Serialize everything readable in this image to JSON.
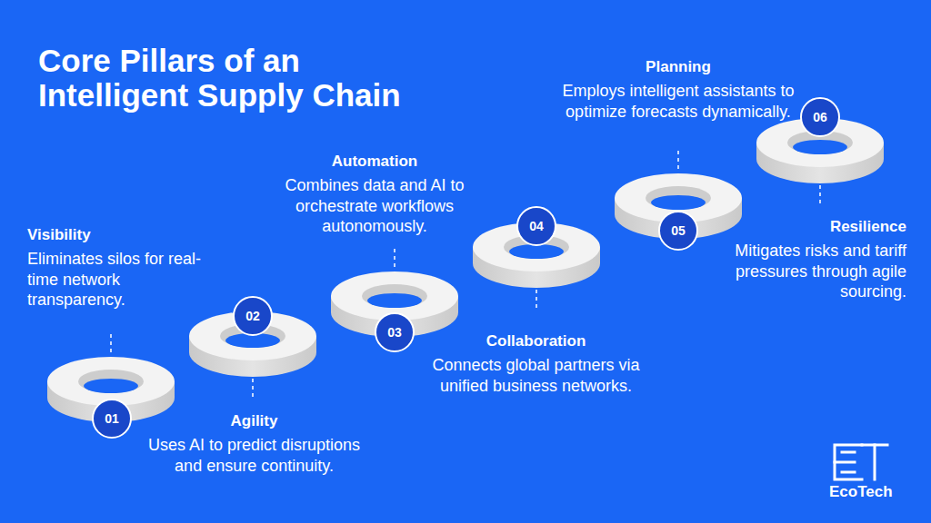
{
  "diagram": {
    "title": "Core Pillars of an Intelligent Supply Chain",
    "nodes": [
      {
        "text": [
          "01"
        ]
      },
      {
        "text": [
          "02"
        ]
      },
      {
        "text": [
          "03"
        ]
      },
      {
        "text": [
          "04"
        ]
      },
      {
        "text": [
          "05"
        ]
      },
      {
        "text": [
          "06"
        ]
      }
    ],
    "labels": [
      "Visibility",
      "Eliminates silos for real-time network transparency.",
      "Agility",
      "Uses AI to predict disruptions and ensure continuity.",
      "Automation",
      "Combines data and AI to orchestrate workflows autonomously.",
      "Collaboration",
      "Connects global partners via unified business networks.",
      "Planning",
      "Employs intelligent assistants to optimize forecasts dynamically.",
      "Resilience",
      "Mitigates risks and tariff pressures through agile sourcing.",
      "EcoTech"
    ]
  }
}
